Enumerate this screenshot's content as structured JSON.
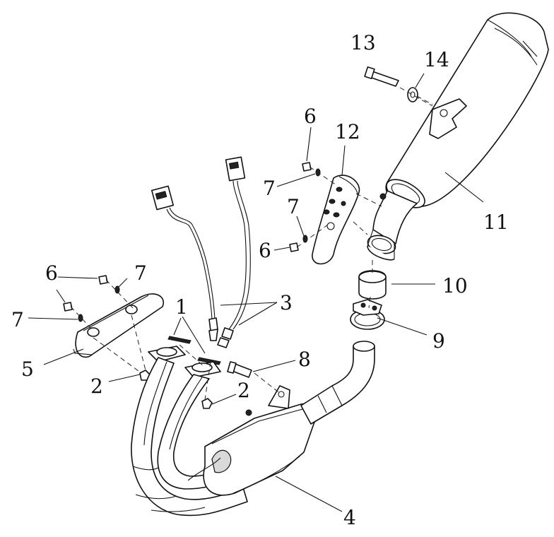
{
  "diagram": {
    "callouts": [
      {
        "id": "c13",
        "label": "13"
      },
      {
        "id": "c14",
        "label": "14"
      },
      {
        "id": "c6a",
        "label": "6"
      },
      {
        "id": "c12",
        "label": "12"
      },
      {
        "id": "c7a",
        "label": "7"
      },
      {
        "id": "c7b",
        "label": "7"
      },
      {
        "id": "c6b",
        "label": "6"
      },
      {
        "id": "c11",
        "label": "11"
      },
      {
        "id": "c6c",
        "label": "6"
      },
      {
        "id": "c7c",
        "label": "7"
      },
      {
        "id": "c7d",
        "label": "7"
      },
      {
        "id": "c1",
        "label": "1"
      },
      {
        "id": "c3",
        "label": "3"
      },
      {
        "id": "c10",
        "label": "10"
      },
      {
        "id": "c9",
        "label": "9"
      },
      {
        "id": "c5",
        "label": "5"
      },
      {
        "id": "c8",
        "label": "8"
      },
      {
        "id": "c2a",
        "label": "2"
      },
      {
        "id": "c2b",
        "label": "2"
      },
      {
        "id": "c4",
        "label": "4"
      }
    ]
  }
}
